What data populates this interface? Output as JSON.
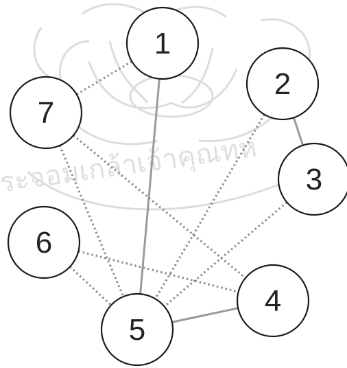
{
  "nodes": [
    {
      "id": "1",
      "label": "1"
    },
    {
      "id": "2",
      "label": "2"
    },
    {
      "id": "3",
      "label": "3"
    },
    {
      "id": "4",
      "label": "4"
    },
    {
      "id": "5",
      "label": "5"
    },
    {
      "id": "6",
      "label": "6"
    },
    {
      "id": "7",
      "label": "7"
    }
  ],
  "edges": [
    {
      "from": "1",
      "to": "5",
      "style": "solid"
    },
    {
      "from": "5",
      "to": "4",
      "style": "solid"
    },
    {
      "from": "2",
      "to": "3",
      "style": "solid"
    },
    {
      "from": "1",
      "to": "7",
      "style": "dotted"
    },
    {
      "from": "7",
      "to": "5",
      "style": "dotted"
    },
    {
      "from": "7",
      "to": "4",
      "style": "dotted"
    },
    {
      "from": "6",
      "to": "5",
      "style": "dotted"
    },
    {
      "from": "6",
      "to": "4",
      "style": "dotted"
    },
    {
      "from": "2",
      "to": "5",
      "style": "dotted"
    },
    {
      "from": "3",
      "to": "5",
      "style": "dotted"
    }
  ],
  "watermark": {
    "text": "ระจอมเกล้าเจ้าคุณทห"
  },
  "colors": {
    "node_stroke": "#1a1a1a",
    "edge": "#8f8f8f",
    "watermark": "#dcdcdc"
  }
}
